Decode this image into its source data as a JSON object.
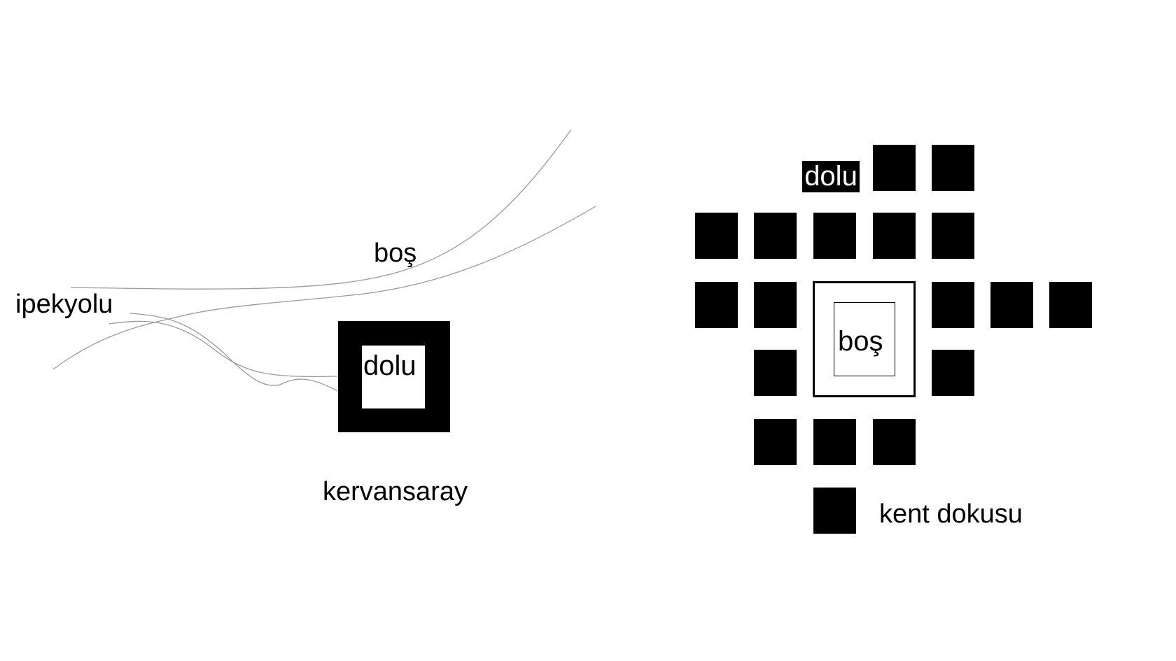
{
  "left_diagram": {
    "road_label": "ipekyolu",
    "void_label": "boş",
    "solid_label": "dolu",
    "building_label": "kervansaray"
  },
  "right_diagram": {
    "solid_label": "dolu",
    "void_label": "boş",
    "fabric_label": "kent dokusu"
  },
  "colors": {
    "solid": "#000000",
    "road": "#9a9a9a",
    "background": "#ffffff"
  }
}
